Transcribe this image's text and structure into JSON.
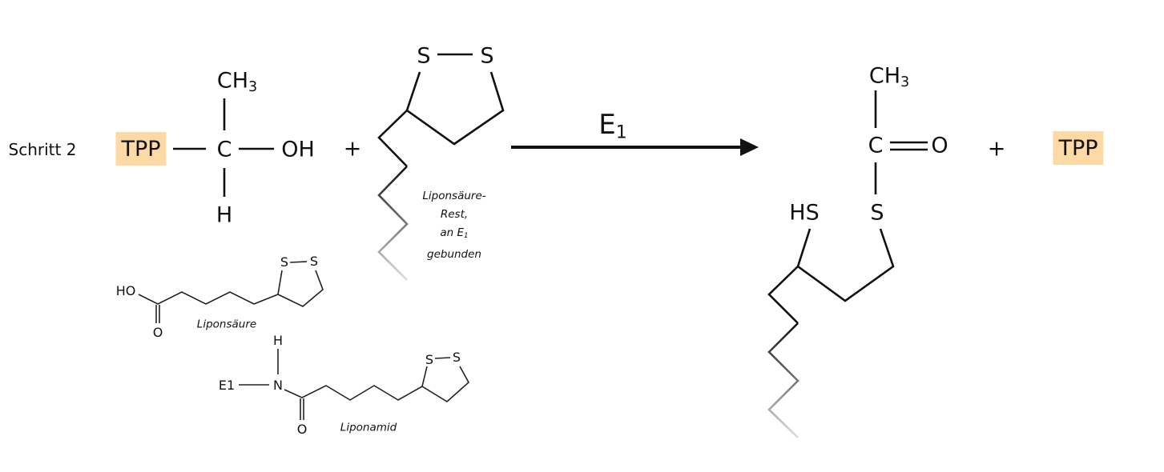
{
  "step_label": "Schritt 2",
  "reactant1": {
    "group": "TPP",
    "center": "C",
    "top": {
      "text": "CH",
      "sub": "3"
    },
    "right": "OH",
    "bottom": "H"
  },
  "plus1": "+",
  "reactant2": {
    "ring_s1": "S",
    "ring_s2": "S",
    "caption": [
      "Liponsäure-",
      "Rest,",
      "an E",
      "1",
      "gebunden"
    ]
  },
  "arrow": {
    "label": "E",
    "label_sub": "1"
  },
  "product1": {
    "top": {
      "text": "CH",
      "sub": "3"
    },
    "center": "C",
    "oxygen": "O",
    "thioester_s": "S",
    "thiol": "HS"
  },
  "plus2": "+",
  "product2": "TPP",
  "lipoic_acid": {
    "ho": "HO",
    "o": "O",
    "s1": "S",
    "s2": "S",
    "name": "Liponsäure"
  },
  "lipoamide": {
    "h": "H",
    "e1": "E1",
    "n": "N",
    "o": "O",
    "s1": "S",
    "s2": "S",
    "name": "Liponamid"
  },
  "colors": {
    "tpp_highlight": "#fdd9a6",
    "bond": "#111111"
  }
}
